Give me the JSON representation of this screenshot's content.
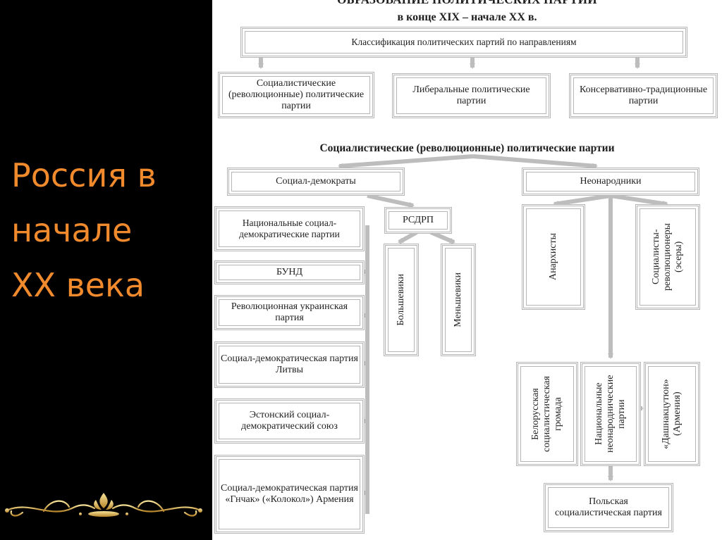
{
  "slide": {
    "title_lines": [
      "Россия в",
      "начале",
      "XX века"
    ],
    "title_color": "#f08a2c",
    "ornament_icon": "gold-flourish-ornament"
  },
  "diagram": {
    "header_line1": "ОБРАЗОВАНИЕ ПОЛИТИЧЕСКИХ ПАРТИЙ",
    "header_line2": "в конце XIX – начале XX в.",
    "classification": "Классификация политических партий по направлениям",
    "socialist": "Социалистические (революционные) политические партии",
    "liberal": "Либеральные политические партии",
    "conservative": "Консервативно-традиционные партии",
    "section_title": "Социалистические (революционные) политические партии",
    "social_democrats": "Социал-демократы",
    "neonarodniki": "Неонародники",
    "national_sd": "Национальные социал-демократические партии",
    "rsdrp": "РСДРП",
    "bund": "БУНД",
    "ukrainian": "Революционная украинская партия",
    "lithuania": "Социал-демократическая партия Литвы",
    "estonia": "Эстонский социал-демократический союз",
    "gnchak": "Социал-демократическая партия «Гнчак» («Колокол») Армения",
    "bolsheviks": "Большевики",
    "mensheviks": "Меньшевики",
    "anarchists": "Анархисты",
    "esers": "Социалисты-революционеры (эсеры)",
    "belarus": "Белорусская социалистическая громада",
    "national_neonarod": "Национальные неонароднические партии",
    "dashnak": "«Дашнакцутюн» (Армения)",
    "polish": "Польская социалистическая партия"
  },
  "colors": {
    "background": "#000000",
    "paper": "#ffffff",
    "lines": "#bdbdbd",
    "text": "#222222"
  }
}
